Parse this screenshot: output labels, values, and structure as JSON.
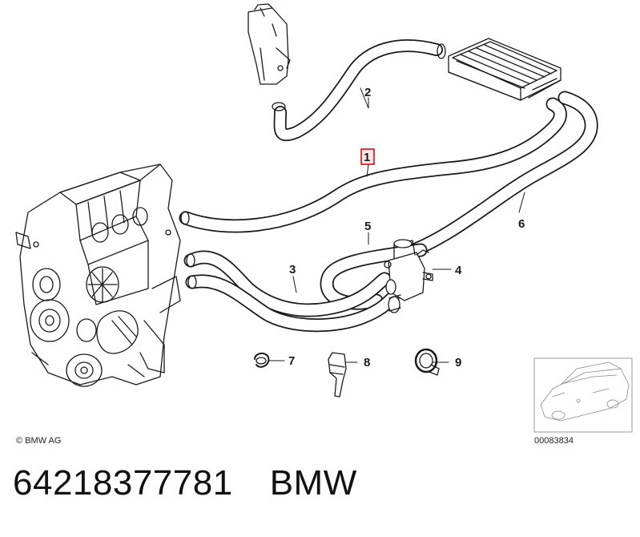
{
  "callouts": [
    {
      "id": "1",
      "highlighted": true
    },
    {
      "id": "2"
    },
    {
      "id": "3"
    },
    {
      "id": "4"
    },
    {
      "id": "5"
    },
    {
      "id": "6"
    },
    {
      "id": "7"
    },
    {
      "id": "8"
    },
    {
      "id": "9"
    }
  ],
  "copyright": "© BMW AG",
  "image_code": "00083834",
  "part_number": "64218377781",
  "brand": "BMW",
  "colors": {
    "highlight": "#d40000",
    "line": "#1a1a1a",
    "hose_fill": "#ffffff"
  }
}
